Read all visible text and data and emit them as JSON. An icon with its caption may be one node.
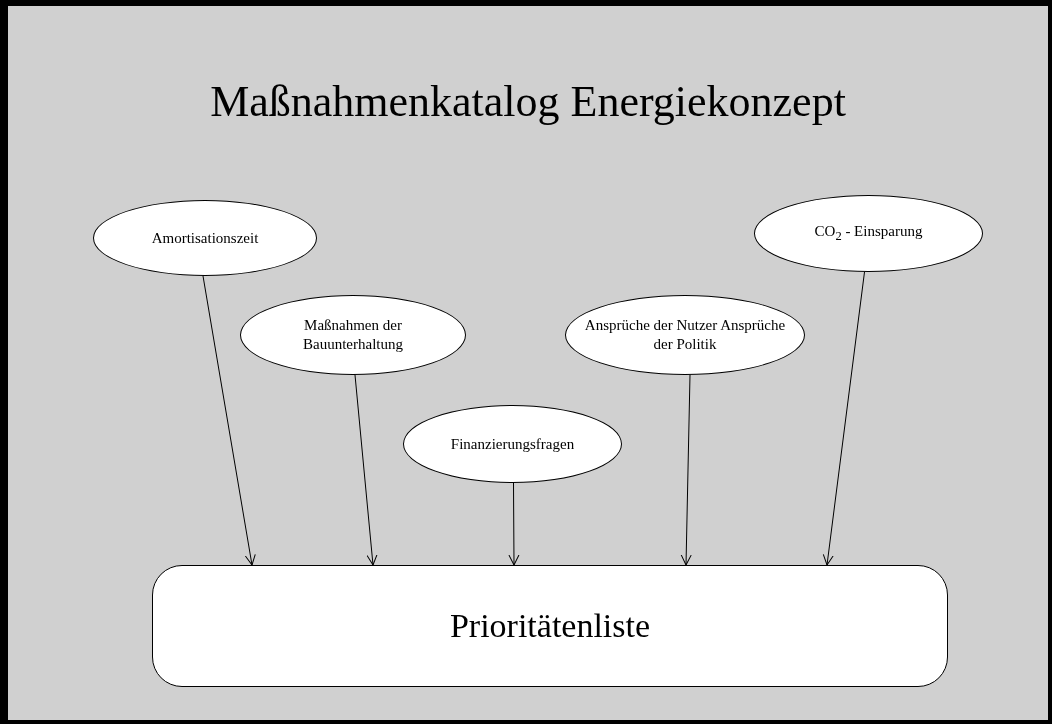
{
  "diagram": {
    "title": "Maßnahmenkatalog Energiekonzept",
    "nodes": [
      {
        "text": [
          "Amortisationszeit"
        ]
      },
      {
        "text": [
          "Maßnahmen der Bauunterhaltung"
        ]
      },
      {
        "text": [
          "Finanzierungsfragen"
        ]
      },
      {
        "text": [
          "Ansprüche der Nutzer Ansprüche der Politik"
        ]
      },
      {
        "text": [
          "CO$_{2}$ - Einsparung"
        ]
      },
      {
        "text": [
          "Prioritätenliste"
        ]
      }
    ],
    "edges": [
      {
        "from": 0,
        "to": 5,
        "arrow": "to"
      },
      {
        "from": 1,
        "to": 5,
        "arrow": "to"
      },
      {
        "from": 2,
        "to": 5,
        "arrow": "to"
      },
      {
        "from": 3,
        "to": 5,
        "arrow": "to"
      },
      {
        "from": 4,
        "to": 5,
        "arrow": "to"
      }
    ]
  }
}
